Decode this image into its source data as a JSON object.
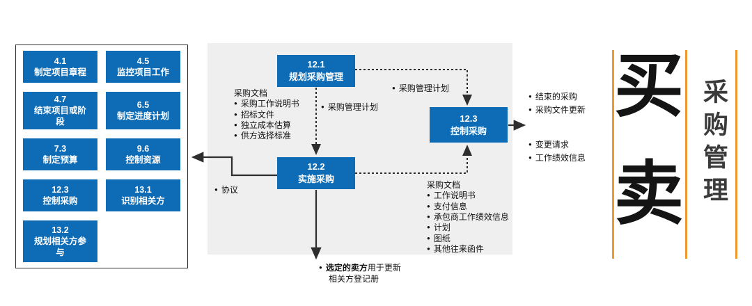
{
  "left_panel": {
    "processes": [
      {
        "id": "4.1",
        "label": "制定项目章程"
      },
      {
        "id": "4.5",
        "label": "监控项目工作"
      },
      {
        "id": "4.7",
        "label": "结束项目或阶段"
      },
      {
        "id": "6.5",
        "label": "制定进度计划"
      },
      {
        "id": "7.3",
        "label": "制定预算"
      },
      {
        "id": "9.6",
        "label": "控制资源"
      },
      {
        "id": "12.3",
        "label": "控制采购"
      },
      {
        "id": "13.1",
        "label": "识别相关方"
      },
      {
        "id": "13.2",
        "label": "规划相关方参与"
      }
    ]
  },
  "flow": {
    "nodes": {
      "plan": {
        "id": "12.1",
        "label": "规划采购管理"
      },
      "conduct": {
        "id": "12.2",
        "label": "实施采购"
      },
      "control": {
        "id": "12.3",
        "label": "控制采购"
      }
    },
    "labels": {
      "docs_top": {
        "title": "采购文档",
        "bullets": [
          "采购工作说明书",
          "招标文件",
          "独立成本估算",
          "供方选择标准"
        ]
      },
      "plan_to_conduct": "采购管理计划",
      "plan_to_control": "采购管理计划",
      "agreement": "协议",
      "docs_bottom": {
        "title": "采购文档",
        "bullets": [
          "工作说明书",
          "支付信息",
          "承包商工作绩效信息",
          "计划",
          "图纸",
          "其他往来函件"
        ]
      },
      "selected_seller": {
        "bold": "选定的卖方",
        "rest": "用于更新",
        "line2": "相关方登记册"
      },
      "control_outputs_top": [
        "结束的采购",
        "采购文件更新"
      ],
      "control_outputs_bottom": [
        "变更请求",
        "工作绩效信息"
      ]
    }
  },
  "right_panel": {
    "big_chars": [
      "买",
      "卖"
    ],
    "vertical_title": "采购管理"
  },
  "colors": {
    "box_blue": "#0e6cb6",
    "accent_orange": "#f0992e",
    "panel_gray": "#efefef"
  }
}
